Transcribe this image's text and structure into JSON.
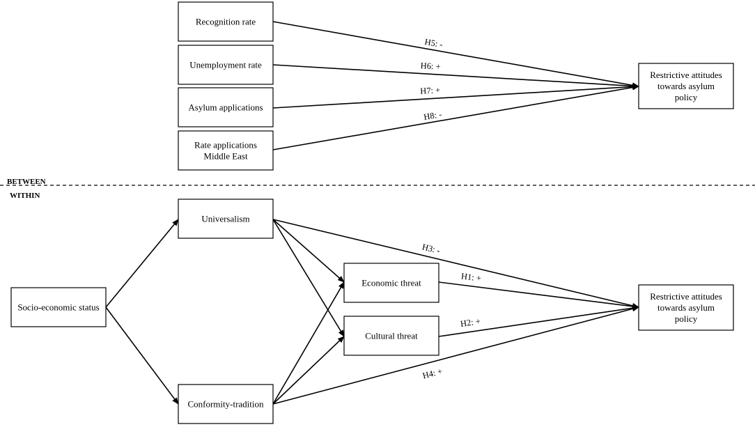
{
  "sections": {
    "between": "BETWEEN",
    "within": "WITHIN"
  },
  "nodes": [
    {
      "id": "recognition",
      "lines": [
        "Recognition rate"
      ]
    },
    {
      "id": "unemployment",
      "lines": [
        "Unemployment rate"
      ]
    },
    {
      "id": "asylum_apps",
      "lines": [
        "Asylum applications"
      ]
    },
    {
      "id": "rate_me",
      "lines": [
        "Rate applications",
        "Middle East"
      ]
    },
    {
      "id": "outcome_between",
      "lines": [
        "Restrictive attitudes",
        "towards asylum",
        "policy"
      ]
    },
    {
      "id": "universalism",
      "lines": [
        "Universalism"
      ]
    },
    {
      "id": "ses",
      "lines": [
        "Socio-economic status"
      ]
    },
    {
      "id": "conformity",
      "lines": [
        "Conformity-tradition"
      ]
    },
    {
      "id": "econ_threat",
      "lines": [
        "Economic threat"
      ]
    },
    {
      "id": "cult_threat",
      "lines": [
        "Cultural threat"
      ]
    },
    {
      "id": "outcome_within",
      "lines": [
        "Restrictive attitudes",
        "towards asylum",
        "policy"
      ]
    }
  ],
  "edges": [
    {
      "from": "recognition",
      "to": "outcome_between",
      "label": "H5: -"
    },
    {
      "from": "unemployment",
      "to": "outcome_between",
      "label": "H6: +"
    },
    {
      "from": "asylum_apps",
      "to": "outcome_between",
      "label": "H7: +"
    },
    {
      "from": "rate_me",
      "to": "outcome_between",
      "label": "H8: -"
    },
    {
      "from": "ses",
      "to": "universalism",
      "label": ""
    },
    {
      "from": "ses",
      "to": "conformity",
      "label": ""
    },
    {
      "from": "universalism",
      "to": "econ_threat",
      "label": ""
    },
    {
      "from": "universalism",
      "to": "cult_threat",
      "label": ""
    },
    {
      "from": "conformity",
      "to": "econ_threat",
      "label": ""
    },
    {
      "from": "conformity",
      "to": "cult_threat",
      "label": ""
    },
    {
      "from": "universalism",
      "to": "outcome_within",
      "label": "H3: -"
    },
    {
      "from": "econ_threat",
      "to": "outcome_within",
      "label": "H1: +"
    },
    {
      "from": "cult_threat",
      "to": "outcome_within",
      "label": "H2: +"
    },
    {
      "from": "conformity",
      "to": "outcome_within",
      "label": "H4: +"
    }
  ]
}
